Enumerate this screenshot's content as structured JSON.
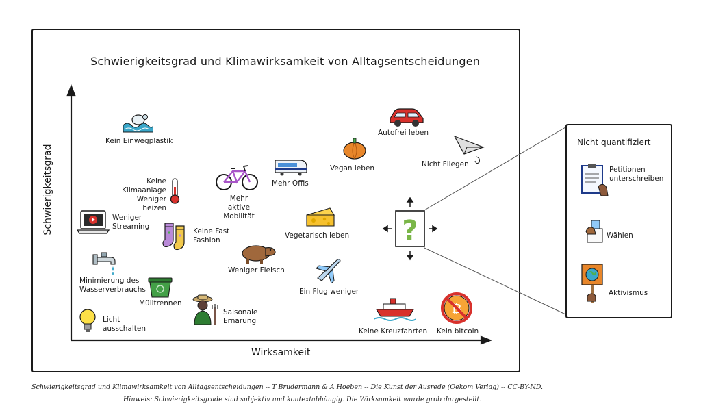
{
  "title": "Schwierigkeitsgrad und Klimawirksamkeit von Alltagsentscheidungen",
  "ylabel": "Schwierigkeitsgrad",
  "xlabel": "Wirksamkeit",
  "items": [
    {
      "id": "einwegplastik",
      "label": "Kein Einwegplastik",
      "icon": "plastic-waves-icon"
    },
    {
      "id": "klimaanlage",
      "label": "Keine\nKlimaanlage\nWeniger heizen",
      "icon": "thermometer-icon"
    },
    {
      "id": "streaming",
      "label": "Weniger\nStreaming",
      "icon": "laptop-play-icon"
    },
    {
      "id": "fashion",
      "label": "Keine Fast\nFashion",
      "icon": "socks-icon"
    },
    {
      "id": "wasser",
      "label": "Minimierung des\nWasserverbrauchs",
      "icon": "water-tap-icon"
    },
    {
      "id": "muell",
      "label": "Mülltrennen",
      "icon": "recycling-bin-icon"
    },
    {
      "id": "licht",
      "label": "Licht\nausschalten",
      "icon": "light-bulb-icon"
    },
    {
      "id": "saisonal",
      "label": "Saisonale\nErnärung",
      "icon": "farmer-icon"
    },
    {
      "id": "mobilitaet",
      "label": "Mehr aktive\nMobilität",
      "icon": "bicycle-icon"
    },
    {
      "id": "oeffis",
      "label": "Mehr Öffis",
      "icon": "train-icon"
    },
    {
      "id": "fleisch",
      "label": "Weniger Fleisch",
      "icon": "capybara-icon"
    },
    {
      "id": "vegetarisch",
      "label": "Vegetarisch leben",
      "icon": "cheese-icon"
    },
    {
      "id": "vegan",
      "label": "Vegan leben",
      "icon": "pumpkin-icon"
    },
    {
      "id": "autofrei",
      "label": "Autofrei leben",
      "icon": "car-icon"
    },
    {
      "id": "fliegen",
      "label": "Nicht Fliegen",
      "icon": "paper-plane-icon"
    },
    {
      "id": "flug",
      "label": "Ein Flug weniger",
      "icon": "airplane-icon"
    },
    {
      "id": "kreuzfahrten",
      "label": "Keine Kreuzfahrten",
      "icon": "cruise-ship-icon"
    },
    {
      "id": "bitcoin",
      "label": "Kein bitcoin",
      "icon": "no-bitcoin-icon"
    }
  ],
  "unknown_marker": {
    "symbol": "?",
    "icon": "question-box-icon"
  },
  "side": {
    "title": "Nicht quantifiziert",
    "items": [
      {
        "label": "Petitionen\nunterschreiben",
        "icon": "petition-clipboard-icon"
      },
      {
        "label": "Wählen",
        "icon": "ballot-hand-icon"
      },
      {
        "label": "Aktivismus",
        "icon": "protest-sign-icon"
      }
    ]
  },
  "caption1": "Schwierigkeitsgrad und Klimawirksamkeit von Alltagsentscheidungen -- T Brudermann & A Hoeben -- Die Kunst der Ausrede (Oekom Verlag) -- CC-BY-ND.",
  "caption2": "Hinweis: Schwierigkeitsgrade sind subjektiv und kontextabhängig. Die Wirksamkeit wurde grob dargestellt.",
  "colors": {
    "ink": "#1a1a1a",
    "question": "#7ab648",
    "car": "#d8312c",
    "pumpkin": "#e8862a",
    "water": "#3aa7c9"
  }
}
